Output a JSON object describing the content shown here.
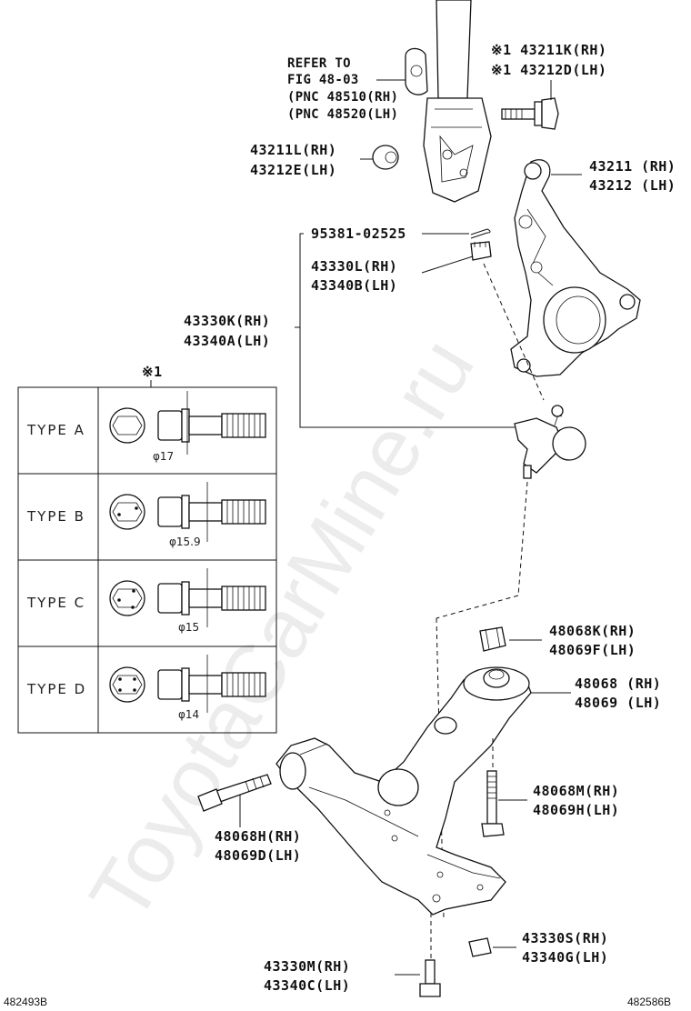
{
  "watermark": "ToyotaCarMine.ru",
  "figure_ids": {
    "left": "482493B",
    "right": "482586B"
  },
  "strut_reference": [
    "REFER TO",
    "FIG 48-03",
    "(PNC 48510(RH)",
    "(PNC 48520(LH)"
  ],
  "callouts": {
    "hub_bolt": [
      "※1 43211K(RH)",
      "※1 43212D(LH)"
    ],
    "knuckle_nut": [
      "43211L(RH)",
      "43212E(LH)"
    ],
    "steering_knuckle": [
      "43211 (RH)",
      "43212 (LH)"
    ],
    "cotter_pin": [
      "95381-02525"
    ],
    "ball_joint_nut": [
      "43330L(RH)",
      "43340B(LH)"
    ],
    "ball_joint_assy": [
      "43330K(RH)",
      "43340A(LH)"
    ],
    "bushing_nut": [
      "48068K(RH)",
      "48069F(LH)"
    ],
    "lower_arm": [
      "48068 (RH)",
      "48069 (LH)"
    ],
    "rear_bolt": [
      "48068M(RH)",
      "48069H(LH)"
    ],
    "front_bolt": [
      "48068H(RH)",
      "48069D(LH)"
    ],
    "lower_nut": [
      "43330S(RH)",
      "43340G(LH)"
    ],
    "lower_bolt": [
      "43330M(RH)",
      "43340C(LH)"
    ]
  },
  "type_table": {
    "header": "※1",
    "rows": [
      {
        "label": "TYPE A",
        "dimension": "φ17"
      },
      {
        "label": "TYPE B",
        "dimension": "φ15.9"
      },
      {
        "label": "TYPE C",
        "dimension": "φ15"
      },
      {
        "label": "TYPE D",
        "dimension": "φ14"
      }
    ]
  }
}
